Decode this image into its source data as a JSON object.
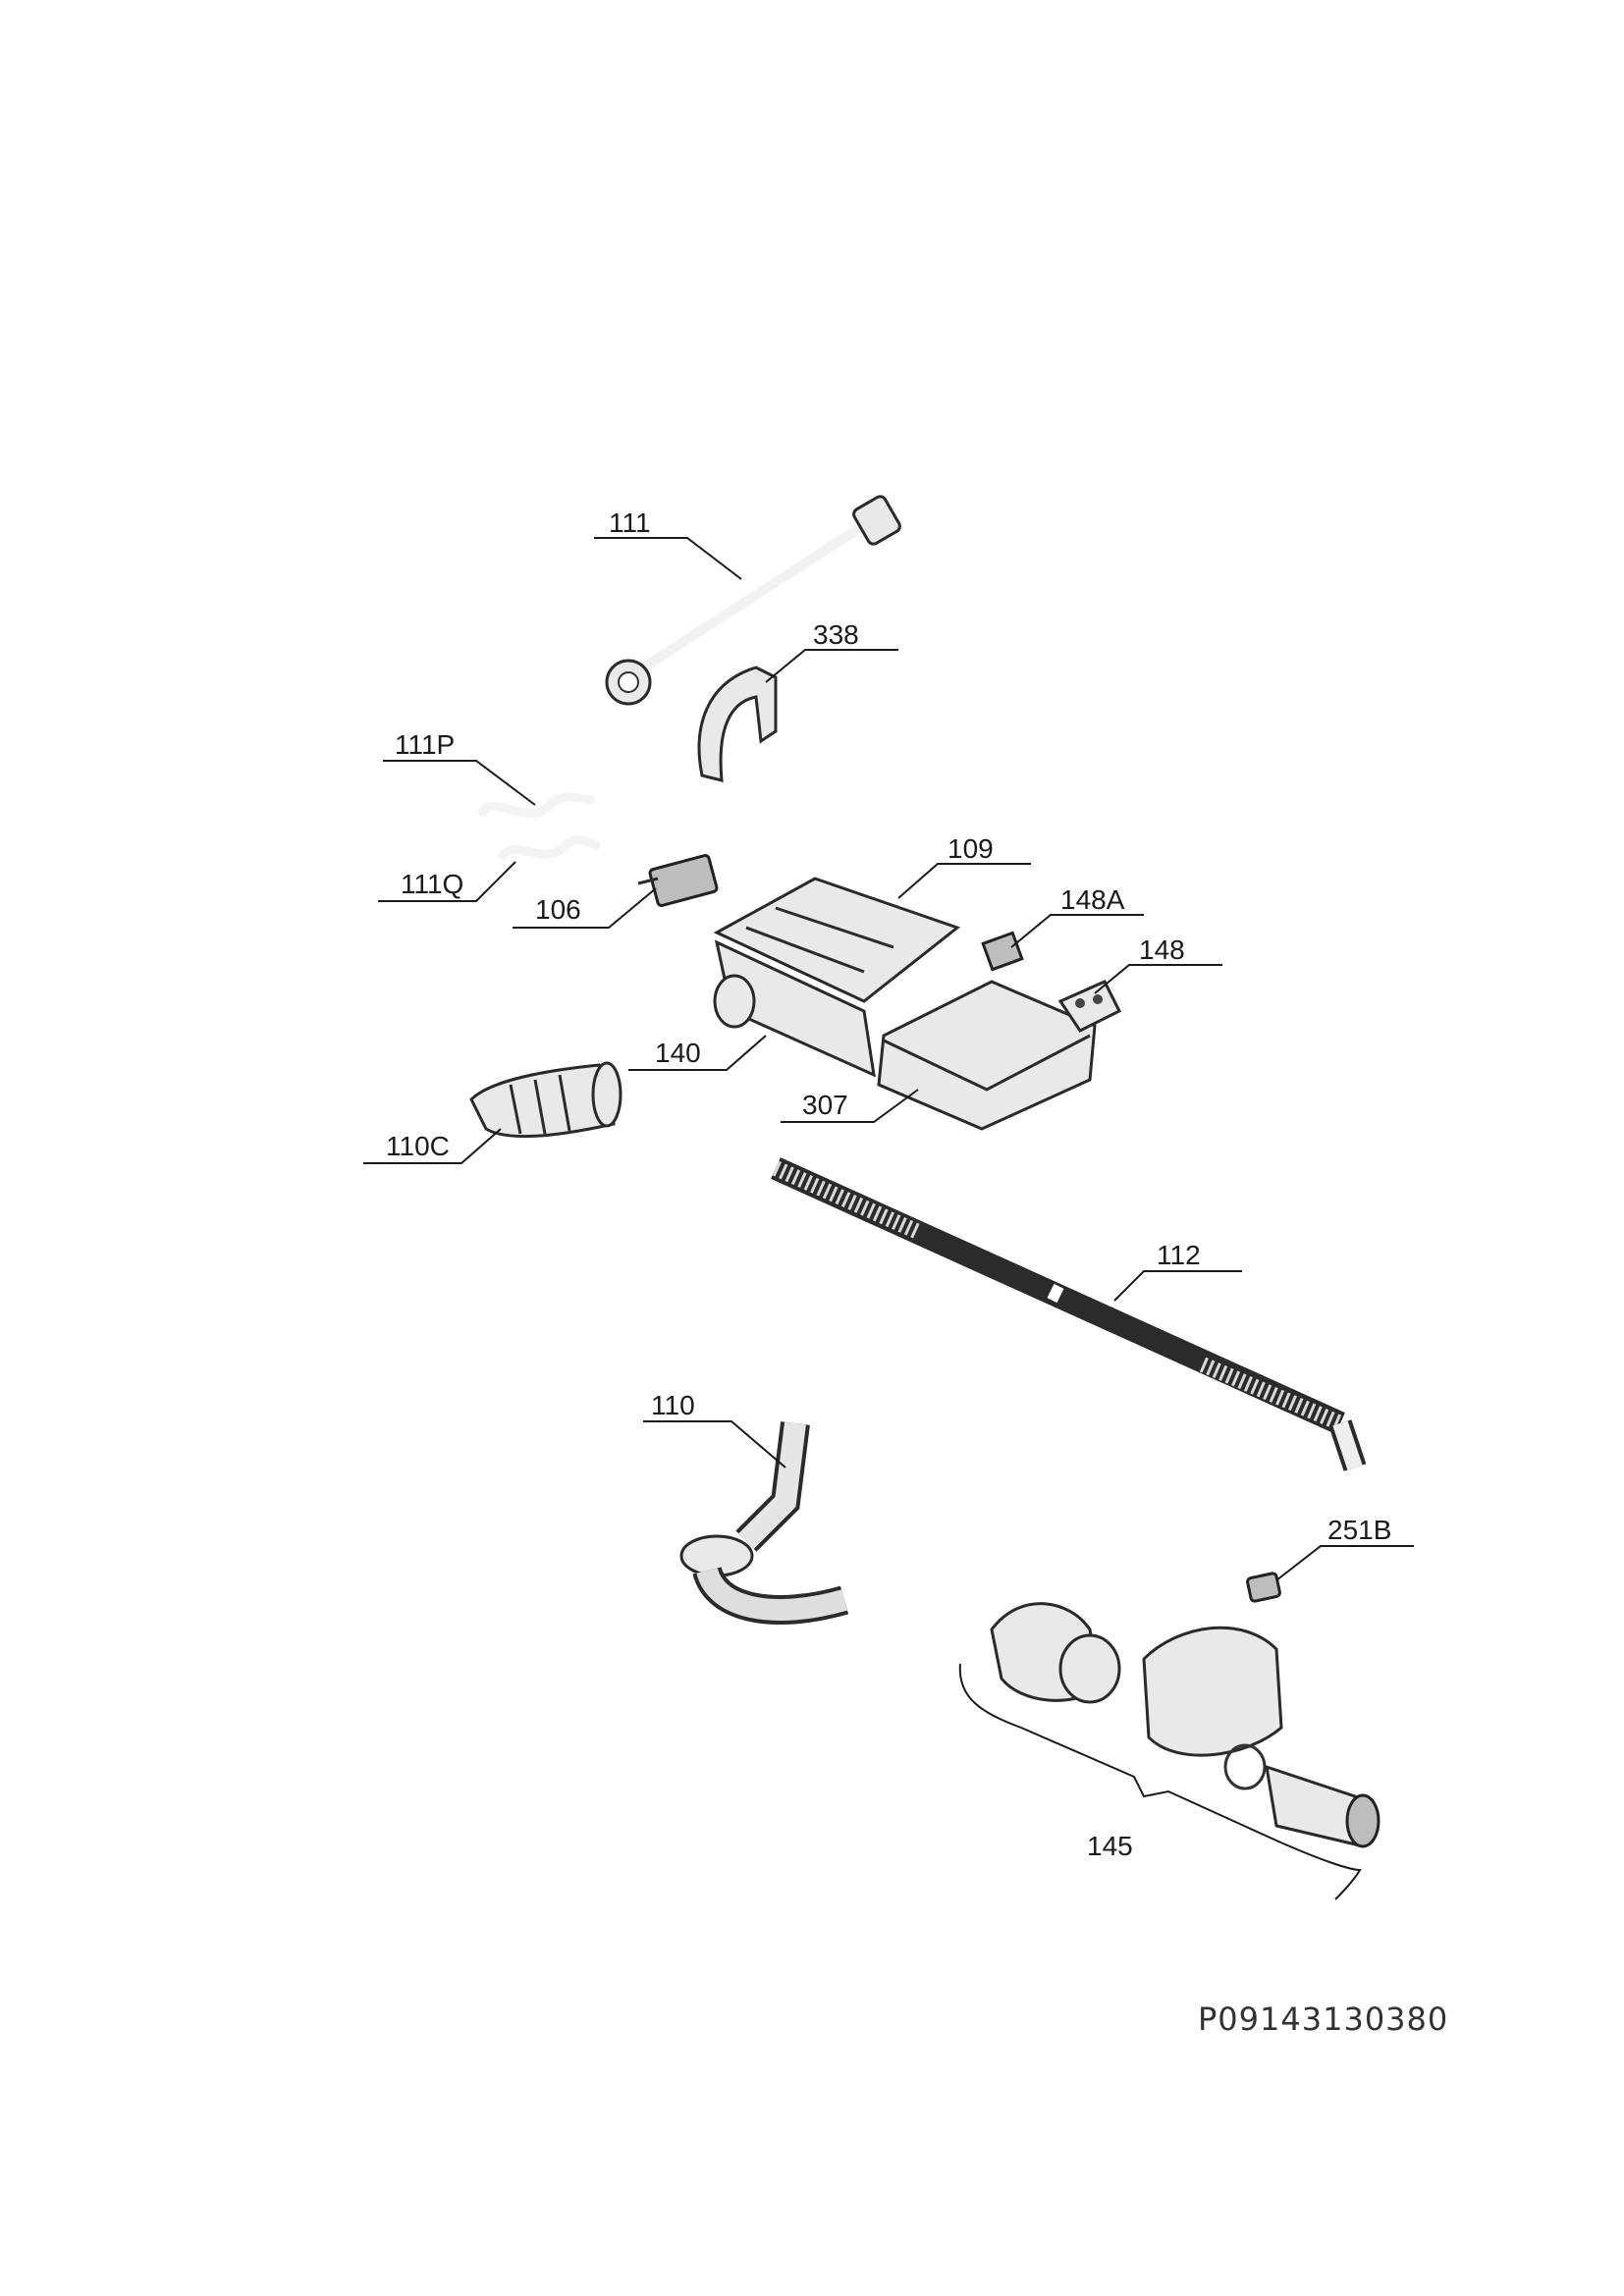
{
  "diagram": {
    "labels": {
      "p111": "111",
      "p338": "338",
      "p111P": "111P",
      "p111Q": "111Q",
      "p106": "106",
      "p109": "109",
      "p148A": "148A",
      "p148": "148",
      "p140": "140",
      "p307": "307",
      "p110C": "110C",
      "p112": "112",
      "p110": "110",
      "p251B": "251B",
      "p145": "145"
    },
    "drawing_code": "P09143130380"
  }
}
